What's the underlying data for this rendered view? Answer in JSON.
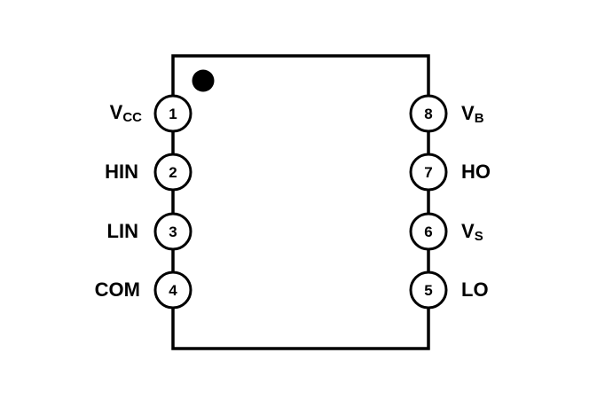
{
  "pins": [
    {
      "number": "1",
      "label": "V",
      "sub": "CC"
    },
    {
      "number": "2",
      "label": "HIN",
      "sub": ""
    },
    {
      "number": "3",
      "label": "LIN",
      "sub": ""
    },
    {
      "number": "4",
      "label": "COM",
      "sub": ""
    },
    {
      "number": "5",
      "label": "LO",
      "sub": ""
    },
    {
      "number": "6",
      "label": "V",
      "sub": "S"
    },
    {
      "number": "7",
      "label": "HO",
      "sub": ""
    },
    {
      "number": "8",
      "label": "V",
      "sub": "B"
    }
  ],
  "colors": {
    "line": "#000000",
    "background": "#ffffff"
  }
}
